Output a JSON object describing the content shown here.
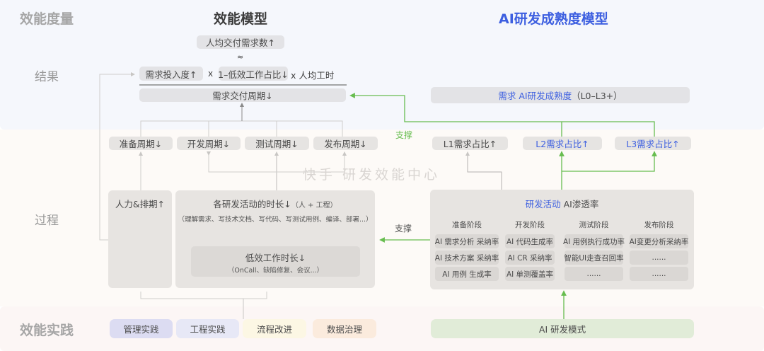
{
  "rows": {
    "measure_header": "效能度量",
    "result": "结果",
    "process": "过程",
    "practice": "效能实践"
  },
  "titles": {
    "efficiency_model": "效能模型",
    "ai_maturity_model": "AI研发成熟度模型"
  },
  "formula": {
    "per_capita_delivered": "人均交付需求数↑",
    "approx": "≈",
    "demand_investment": "需求投入度↑",
    "times1": "x",
    "low_eff_ratio": "1–低效工作占比↓",
    "times2": "x",
    "per_capita_hours": "人均工时",
    "delivery_cycle": "需求交付周期↓"
  },
  "cycles": [
    "准备周期↓",
    "开发周期↓",
    "测试周期↓",
    "发布周期↓"
  ],
  "process_boxes": {
    "manpower": "人力&排期↑",
    "activities_title": "各研发活动的时长↓",
    "activities_suffix": "（人 + 工程）",
    "activities_examples": "（理解需求、写技术文档、写代码、写测试用例、编译、部署...）",
    "low_eff_title": "低效工作时长↓",
    "low_eff_examples": "（OnCall、缺陷修复、会议...）"
  },
  "ai_model": {
    "maturity_prefix": "需求 AI研发成熟度",
    "maturity_suffix": "（L0–L3+）",
    "levels": [
      "L1需求占比↑",
      "L2需求占比↑",
      "L3需求占比↑"
    ],
    "support_top": "支撑",
    "support_mid": "支撑",
    "penetration_prefix": "研发活动",
    "penetration_suffix": " AI渗透率",
    "stages": [
      {
        "name": "准备阶段",
        "items": [
          "AI 需求分析 采纳率",
          "AI 技术方案 采纳率",
          "AI 用例 生成率"
        ]
      },
      {
        "name": "开发阶段",
        "items": [
          "AI 代码生成率",
          "AI CR 采纳率",
          "AI 单测覆盖率"
        ]
      },
      {
        "name": "测试阶段",
        "items": [
          "AI 用例执行成功率",
          "智能UI走查召回率",
          "......"
        ]
      },
      {
        "name": "发布阶段",
        "items": [
          "AI变更分析采纳率",
          "......",
          "......"
        ]
      }
    ],
    "ai_dev_mode": "AI 研发模式"
  },
  "practices": [
    {
      "label": "管理实践",
      "color": "#dcdcf2"
    },
    {
      "label": "工程实践",
      "color": "#e7e8f6"
    },
    {
      "label": "流程改进",
      "color": "#fcf7e4"
    },
    {
      "label": "数据治理",
      "color": "#fbebdd"
    }
  ],
  "watermark": "快手 研发效能中心",
  "colors": {
    "accent_blue": "#3d5fe0",
    "support_green": "#67bd4f",
    "ai_mode_bg": "#e1ecd8"
  }
}
